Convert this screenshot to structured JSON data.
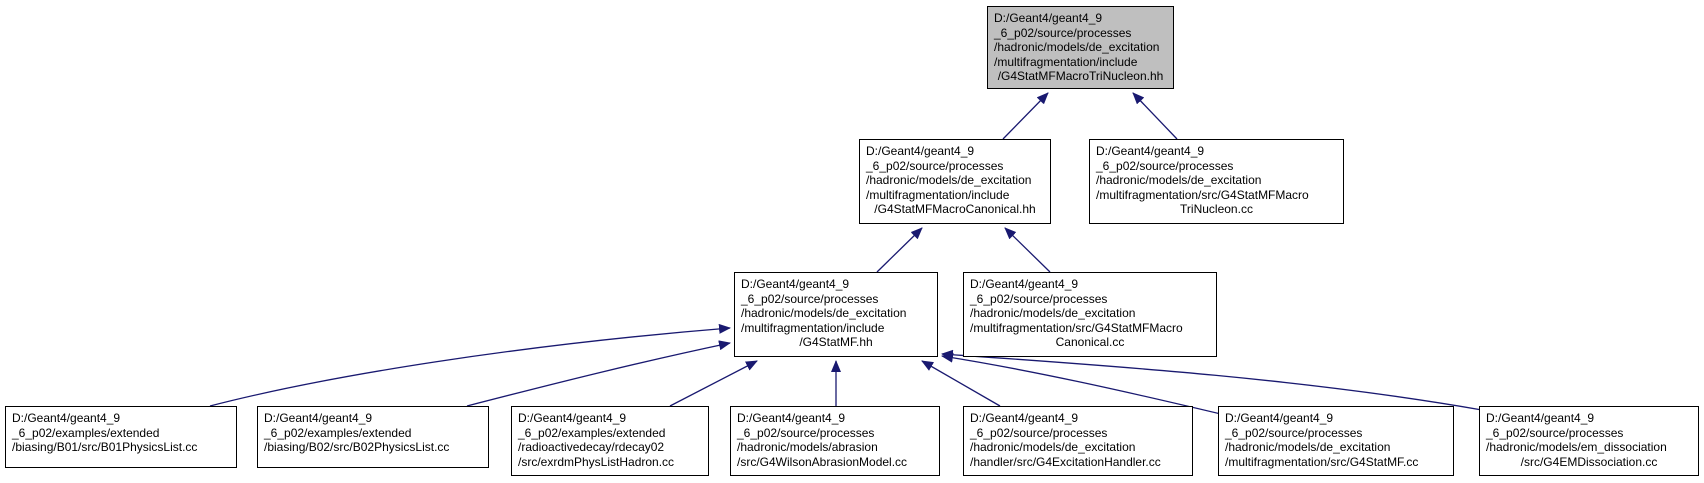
{
  "graph": {
    "edge_color": "#191970",
    "root_fill": "#bfbfbf",
    "nodes": [
      {
        "id": "n0",
        "lines": [
          "D:/Geant4/geant4_9",
          "_6_p02/source/processes",
          "/hadronic/models/de_excitation",
          "/multifragmentation/include",
          "/G4StatMFMacroTriNucleon.hh"
        ]
      },
      {
        "id": "n1",
        "lines": [
          "D:/Geant4/geant4_9",
          "_6_p02/source/processes",
          "/hadronic/models/de_excitation",
          "/multifragmentation/include",
          "/G4StatMFMacroCanonical.hh"
        ]
      },
      {
        "id": "n2",
        "lines": [
          "D:/Geant4/geant4_9",
          "_6_p02/source/processes",
          "/hadronic/models/de_excitation",
          "/multifragmentation/src/G4StatMFMacro",
          "TriNucleon.cc"
        ]
      },
      {
        "id": "n3",
        "lines": [
          "D:/Geant4/geant4_9",
          "_6_p02/source/processes",
          "/hadronic/models/de_excitation",
          "/multifragmentation/include",
          "/G4StatMF.hh"
        ]
      },
      {
        "id": "n4",
        "lines": [
          "D:/Geant4/geant4_9",
          "_6_p02/source/processes",
          "/hadronic/models/de_excitation",
          "/multifragmentation/src/G4StatMFMacro",
          "Canonical.cc"
        ]
      },
      {
        "id": "n5",
        "lines": [
          "D:/Geant4/geant4_9",
          "_6_p02/examples/extended",
          "/biasing/B01/src/B01PhysicsList.cc"
        ]
      },
      {
        "id": "n6",
        "lines": [
          "D:/Geant4/geant4_9",
          "_6_p02/examples/extended",
          "/biasing/B02/src/B02PhysicsList.cc"
        ]
      },
      {
        "id": "n7",
        "lines": [
          "D:/Geant4/geant4_9",
          "_6_p02/examples/extended",
          "/radioactivedecay/rdecay02",
          "/src/exrdmPhysListHadron.cc"
        ]
      },
      {
        "id": "n8",
        "lines": [
          "D:/Geant4/geant4_9",
          "_6_p02/source/processes",
          "/hadronic/models/abrasion",
          "/src/G4WilsonAbrasionModel.cc"
        ]
      },
      {
        "id": "n9",
        "lines": [
          "D:/Geant4/geant4_9",
          "_6_p02/source/processes",
          "/hadronic/models/de_excitation",
          "/handler/src/G4ExcitationHandler.cc"
        ]
      },
      {
        "id": "n10",
        "lines": [
          "D:/Geant4/geant4_9",
          "_6_p02/source/processes",
          "/hadronic/models/de_excitation",
          "/multifragmentation/src/G4StatMF.cc"
        ]
      },
      {
        "id": "n11",
        "lines": [
          "D:/Geant4/geant4_9",
          "_6_p02/source/processes",
          "/hadronic/models/em_dissociation",
          "/src/G4EMDissociation.cc"
        ]
      }
    ],
    "edges": [
      {
        "from": "n1",
        "to": "n0"
      },
      {
        "from": "n2",
        "to": "n0"
      },
      {
        "from": "n3",
        "to": "n1"
      },
      {
        "from": "n4",
        "to": "n1"
      },
      {
        "from": "n5",
        "to": "n3"
      },
      {
        "from": "n6",
        "to": "n3"
      },
      {
        "from": "n7",
        "to": "n3"
      },
      {
        "from": "n8",
        "to": "n3"
      },
      {
        "from": "n9",
        "to": "n3"
      },
      {
        "from": "n10",
        "to": "n3"
      },
      {
        "from": "n11",
        "to": "n3"
      }
    ]
  }
}
